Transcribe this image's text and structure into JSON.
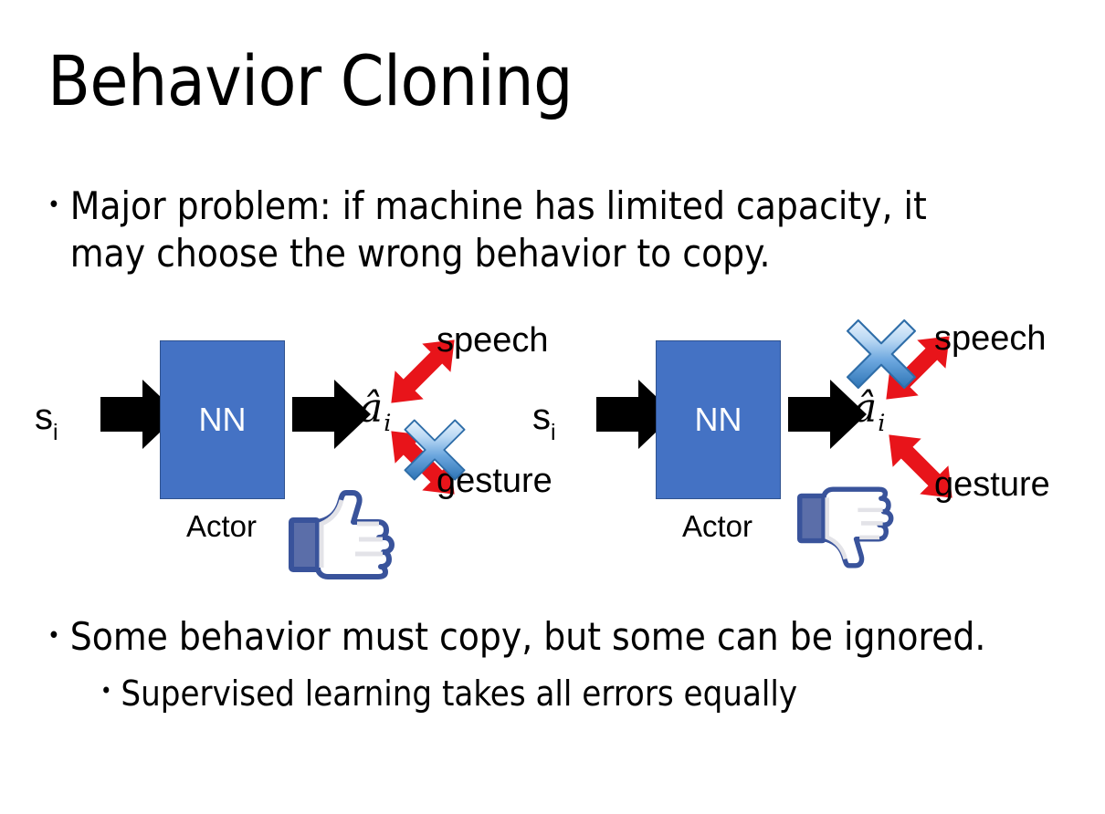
{
  "slide": {
    "title": "Behavior Cloning",
    "background_color": "#FFFFFF"
  },
  "bullets": [
    {
      "marker": "•",
      "text": "Major problem: if machine has limited capacity, it may choose the wrong behavior to copy.",
      "level": 1
    },
    {
      "marker": "•",
      "text": "Some behavior must copy, but some can be ignored.",
      "level": 1
    },
    {
      "marker": "•",
      "text": "Supervised learning takes all errors equally",
      "level": 2
    }
  ],
  "colors": {
    "nn_fill": "#4472C4",
    "nn_stroke": "#2F528F",
    "arrow_black": "#000000",
    "arrow_red": "#E8141A",
    "cross_blue_light": "#C9E0F7",
    "cross_blue_mid": "#6FA8DC",
    "cross_blue_dark": "#2E75B6",
    "facebook_blue": "#3B5998",
    "thumb_fill": "#FFFFFF",
    "thumb_shadow": "#E3E3E8",
    "text_black": "#000000"
  },
  "diagrams": [
    {
      "id": "left",
      "state_label": "s",
      "state_subscript": "i",
      "nn_label": "NN",
      "actor_label": "Actor",
      "action_label": "â",
      "action_subscript": "i",
      "outputs": [
        {
          "name": "speech",
          "label": "speech",
          "direction": "up-right",
          "crossed": false
        },
        {
          "name": "gesture",
          "label": "gesture",
          "direction": "down-right",
          "crossed": true
        }
      ],
      "feedback_icon": "thumbs-up-icon",
      "feedback_value": "positive"
    },
    {
      "id": "right",
      "state_label": "s",
      "state_subscript": "i",
      "nn_label": "NN",
      "actor_label": "Actor",
      "action_label": "â",
      "action_subscript": "i",
      "outputs": [
        {
          "name": "speech",
          "label": "speech",
          "direction": "up-right",
          "crossed": true
        },
        {
          "name": "gesture",
          "label": "gesture",
          "direction": "down-right",
          "crossed": false
        }
      ],
      "feedback_icon": "thumbs-down-icon",
      "feedback_value": "negative"
    }
  ]
}
